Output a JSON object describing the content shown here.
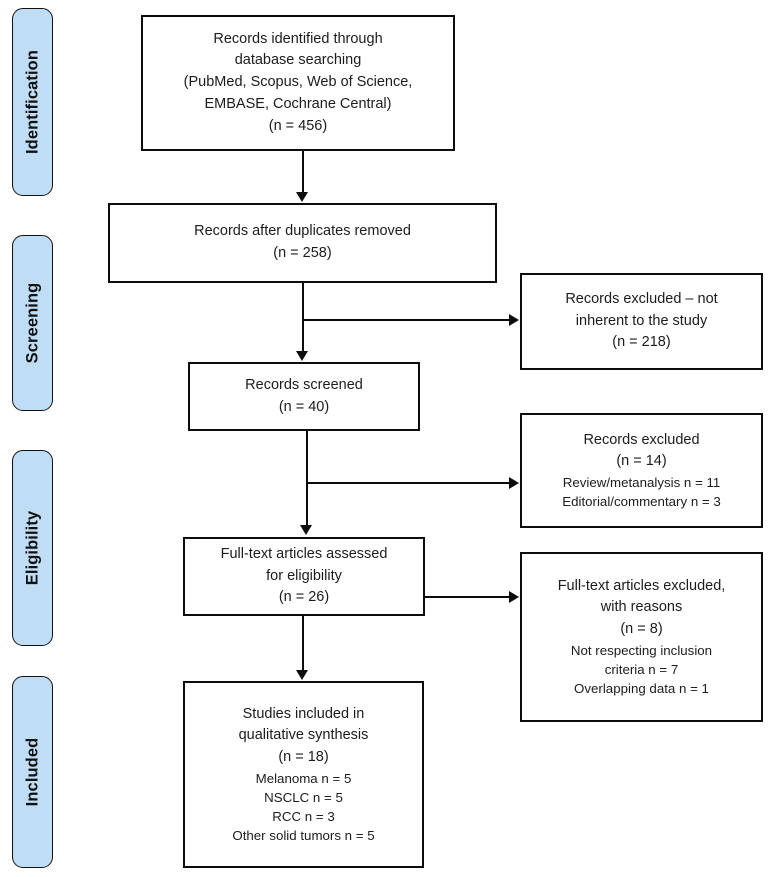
{
  "diagram": {
    "title": "PRISMA flow diagram",
    "type": "prisma-flowchart",
    "accent_color": "#bfdef5",
    "line_color": "#0d0d0d",
    "background": "#ffffff"
  },
  "stages": [
    {
      "id": "identification",
      "label": "Identification"
    },
    {
      "id": "screening",
      "label": "Screening"
    },
    {
      "id": "eligibility",
      "label": "Eligibility"
    },
    {
      "id": "included",
      "label": "Included"
    }
  ],
  "nodes": {
    "identified": {
      "name": "records-identified",
      "lines": [
        "Records identified through",
        "database searching",
        "(PubMed, Scopus, Web of Science,",
        "EMBASE,  Cochrane Central)",
        "(n = 456)"
      ],
      "count": 456
    },
    "after_duplicates": {
      "name": "records-after-duplicates-removed",
      "lines": [
        "Records after duplicates removed",
        "(n =  258)"
      ],
      "count": 258
    },
    "screened": {
      "name": "records-screened",
      "lines": [
        "Records screened",
        "(n = 40)"
      ],
      "count": 40
    },
    "fulltext_assessed": {
      "name": "full-text-articles-assessed",
      "lines": [
        "Full-text articles assessed",
        "for eligibility",
        "(n = 26)"
      ],
      "count": 26
    },
    "included": {
      "name": "studies-included",
      "lines": [
        "Studies included in",
        "qualitative synthesis",
        "(n = 18)",
        "Melanoma n = 5",
        "NSCLC n = 5",
        "RCC n = 3",
        "Other solid tumors  n = 5"
      ],
      "count": 18,
      "breakdown": [
        {
          "label": "Melanoma",
          "n": 5
        },
        {
          "label": "NSCLC",
          "n": 5
        },
        {
          "label": "RCC",
          "n": 3
        },
        {
          "label": "Other solid tumors",
          "n": 5
        }
      ]
    },
    "excluded_not_inherent": {
      "name": "records-excluded-not-inherent",
      "lines": [
        "Records excluded – not",
        "inherent to the study",
        "(n =  218)"
      ],
      "count": 218
    },
    "excluded_records": {
      "name": "records-excluded-with-reasons",
      "lines": [
        "Records excluded",
        "(n =  14)",
        "Review/metanalysis n = 11",
        "Editorial/commentary  n = 3"
      ],
      "count": 14,
      "reasons": [
        {
          "label": "Review/metanalysis",
          "n": 11
        },
        {
          "label": "Editorial/commentary",
          "n": 3
        }
      ]
    },
    "excluded_fulltext": {
      "name": "full-text-articles-excluded",
      "lines": [
        "Full-text articles excluded,",
        "with reasons",
        "(n = 8)",
        "Not respecting  inclusion",
        "criteria  n = 7",
        "Overlapping data n = 1"
      ],
      "count": 8,
      "reasons": [
        {
          "label": "Not respecting inclusion criteria",
          "n": 7
        },
        {
          "label": "Overlapping data",
          "n": 1
        }
      ]
    }
  }
}
